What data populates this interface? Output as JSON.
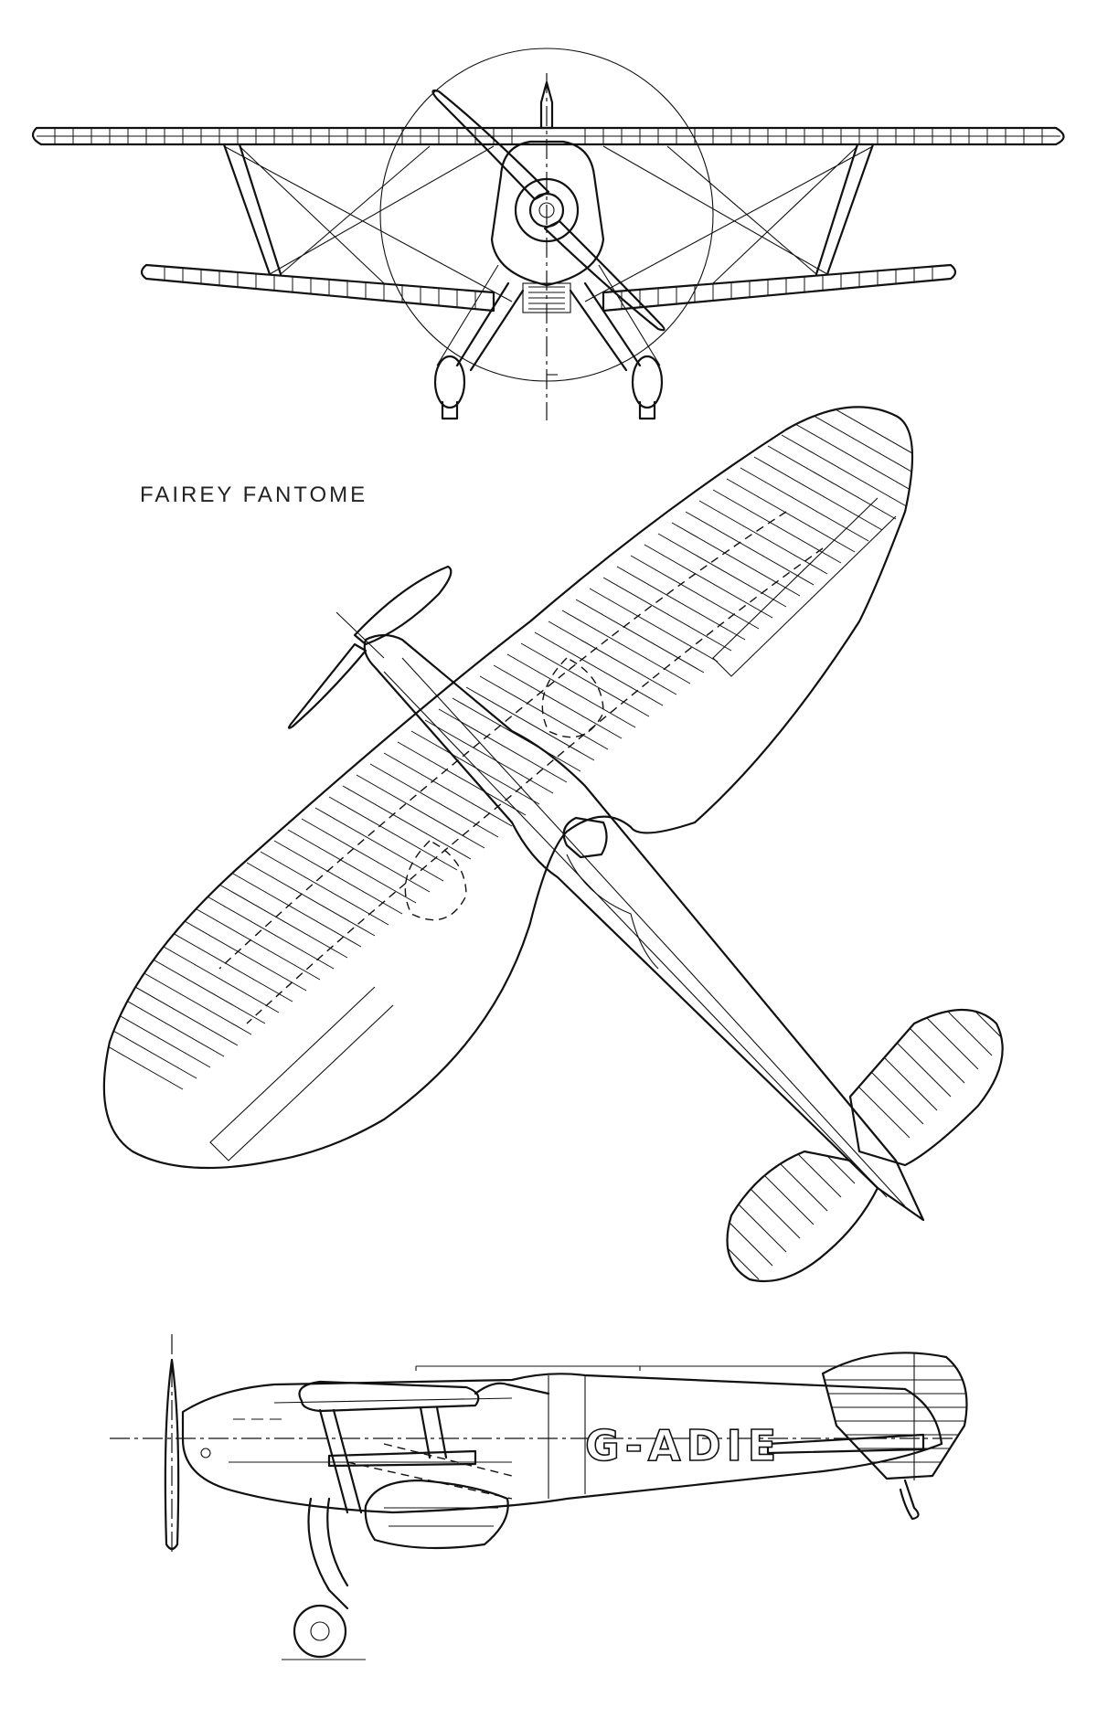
{
  "title": "FAIREY FANTOME",
  "registration": "G-ADIE",
  "views": [
    "front",
    "plan",
    "side"
  ]
}
